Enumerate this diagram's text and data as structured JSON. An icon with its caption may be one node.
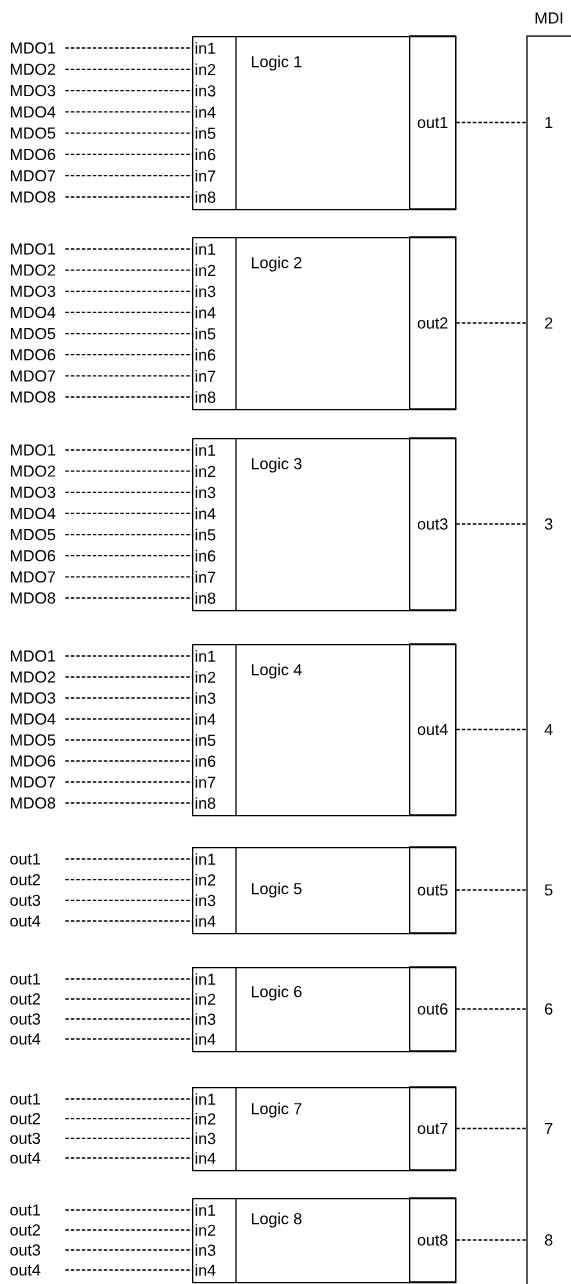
{
  "diagram": {
    "nodes": [
      {
        "text": [
          "MDO1"
        ]
      },
      {
        "text": [
          "MDO2"
        ]
      },
      {
        "text": [
          "MDO3"
        ]
      },
      {
        "text": [
          "MDO4"
        ]
      },
      {
        "text": [
          "MDO5"
        ]
      },
      {
        "text": [
          "MDO6"
        ]
      },
      {
        "text": [
          "MDO7"
        ]
      },
      {
        "text": [
          "MDO8"
        ]
      },
      {
        "text": [
          "Logic 1"
        ]
      },
      {
        "text": [
          "in1"
        ],
        "in": 8
      },
      {
        "text": [
          "in2"
        ],
        "in": 8
      },
      {
        "text": [
          "in3"
        ],
        "in": 8
      },
      {
        "text": [
          "in4"
        ],
        "in": 8
      },
      {
        "text": [
          "in5"
        ],
        "in": 8
      },
      {
        "text": [
          "in6"
        ],
        "in": 8
      },
      {
        "text": [
          "in7"
        ],
        "in": 8
      },
      {
        "text": [
          "in8"
        ],
        "in": 8
      },
      {
        "text": [
          "out1"
        ],
        "in": 8
      },
      {
        "text": [
          "MDO1"
        ]
      },
      {
        "text": [
          "MDO2"
        ]
      },
      {
        "text": [
          "MDO3"
        ]
      },
      {
        "text": [
          "MDO4"
        ]
      },
      {
        "text": [
          "MDO5"
        ]
      },
      {
        "text": [
          "MDO6"
        ]
      },
      {
        "text": [
          "MDO7"
        ]
      },
      {
        "text": [
          "MDO8"
        ]
      },
      {
        "text": [
          "Logic 2"
        ]
      },
      {
        "text": [
          "in1"
        ],
        "in": 26
      },
      {
        "text": [
          "in2"
        ],
        "in": 26
      },
      {
        "text": [
          "in3"
        ],
        "in": 26
      },
      {
        "text": [
          "in4"
        ],
        "in": 26
      },
      {
        "text": [
          "in5"
        ],
        "in": 26
      },
      {
        "text": [
          "in6"
        ],
        "in": 26
      },
      {
        "text": [
          "in7"
        ],
        "in": 26
      },
      {
        "text": [
          "in8"
        ],
        "in": 26
      },
      {
        "text": [
          "out2"
        ],
        "in": 26
      },
      {
        "text": [
          "MDO1"
        ]
      },
      {
        "text": [
          "MDO2"
        ]
      },
      {
        "text": [
          "MDO3"
        ]
      },
      {
        "text": [
          "MDO4"
        ]
      },
      {
        "text": [
          "MDO5"
        ]
      },
      {
        "text": [
          "MDO6"
        ]
      },
      {
        "text": [
          "MDO7"
        ]
      },
      {
        "text": [
          "MDO8"
        ]
      },
      {
        "text": [
          "Logic 3"
        ]
      },
      {
        "text": [
          "in1"
        ],
        "in": 44
      },
      {
        "text": [
          "in2"
        ],
        "in": 44
      },
      {
        "text": [
          "in3"
        ],
        "in": 44
      },
      {
        "text": [
          "in4"
        ],
        "in": 44
      },
      {
        "text": [
          "in5"
        ],
        "in": 44
      },
      {
        "text": [
          "in6"
        ],
        "in": 44
      },
      {
        "text": [
          "in7"
        ],
        "in": 44
      },
      {
        "text": [
          "in8"
        ],
        "in": 44
      },
      {
        "text": [
          "out3"
        ],
        "in": 44
      },
      {
        "text": [
          "MDO1"
        ]
      },
      {
        "text": [
          "MDO2"
        ]
      },
      {
        "text": [
          "MDO3"
        ]
      },
      {
        "text": [
          "MDO4"
        ]
      },
      {
        "text": [
          "MDO5"
        ]
      },
      {
        "text": [
          "MDO6"
        ]
      },
      {
        "text": [
          "MDO7"
        ]
      },
      {
        "text": [
          "MDO8"
        ]
      },
      {
        "text": [
          "Logic 4"
        ]
      },
      {
        "text": [
          "in1"
        ],
        "in": 62
      },
      {
        "text": [
          "in2"
        ],
        "in": 62
      },
      {
        "text": [
          "in3"
        ],
        "in": 62
      },
      {
        "text": [
          "in4"
        ],
        "in": 62
      },
      {
        "text": [
          "in5"
        ],
        "in": 62
      },
      {
        "text": [
          "in6"
        ],
        "in": 62
      },
      {
        "text": [
          "in7"
        ],
        "in": 62
      },
      {
        "text": [
          "in8"
        ],
        "in": 62
      },
      {
        "text": [
          "out4"
        ],
        "in": 62
      },
      {
        "text": [
          "out1"
        ]
      },
      {
        "text": [
          "out2"
        ]
      },
      {
        "text": [
          "out3"
        ]
      },
      {
        "text": [
          "out4"
        ]
      },
      {
        "text": [
          "Logic 5"
        ]
      },
      {
        "text": [
          "in1"
        ],
        "in": 76
      },
      {
        "text": [
          "in2"
        ],
        "in": 76
      },
      {
        "text": [
          "in3"
        ],
        "in": 76
      },
      {
        "text": [
          "in4"
        ],
        "in": 76
      },
      {
        "text": [
          "out5"
        ],
        "in": 76
      },
      {
        "text": [
          "out1"
        ]
      },
      {
        "text": [
          "out2"
        ]
      },
      {
        "text": [
          "out3"
        ]
      },
      {
        "text": [
          "out4"
        ]
      },
      {
        "text": [
          "Logic 6"
        ]
      },
      {
        "text": [
          "in1"
        ],
        "in": 86
      },
      {
        "text": [
          "in2"
        ],
        "in": 86
      },
      {
        "text": [
          "in3"
        ],
        "in": 86
      },
      {
        "text": [
          "in4"
        ],
        "in": 86
      },
      {
        "text": [
          "out6"
        ],
        "in": 86
      },
      {
        "text": [
          "out1"
        ]
      },
      {
        "text": [
          "out2"
        ]
      },
      {
        "text": [
          "out3"
        ]
      },
      {
        "text": [
          "out4"
        ]
      },
      {
        "text": [
          "Logic 7"
        ]
      },
      {
        "text": [
          "in1"
        ],
        "in": 96
      },
      {
        "text": [
          "in2"
        ],
        "in": 96
      },
      {
        "text": [
          "in3"
        ],
        "in": 96
      },
      {
        "text": [
          "in4"
        ],
        "in": 96
      },
      {
        "text": [
          "out7"
        ],
        "in": 96
      },
      {
        "text": [
          "out1"
        ]
      },
      {
        "text": [
          "out2"
        ]
      },
      {
        "text": [
          "out3"
        ]
      },
      {
        "text": [
          "out4"
        ]
      },
      {
        "text": [
          "Logic 8"
        ]
      },
      {
        "text": [
          "in1"
        ],
        "in": 106
      },
      {
        "text": [
          "in2"
        ],
        "in": 106
      },
      {
        "text": [
          "in3"
        ],
        "in": 106
      },
      {
        "text": [
          "in4"
        ],
        "in": 106
      },
      {
        "text": [
          "out8"
        ],
        "in": 106
      },
      {
        "text": [
          "MDI"
        ]
      },
      {
        "text": [
          "1"
        ],
        "in": 112
      },
      {
        "text": [
          "2"
        ],
        "in": 112
      },
      {
        "text": [
          "3"
        ],
        "in": 112
      },
      {
        "text": [
          "4"
        ],
        "in": 112
      },
      {
        "text": [
          "5"
        ],
        "in": 112
      },
      {
        "text": [
          "6"
        ],
        "in": 112
      },
      {
        "text": [
          "7"
        ],
        "in": 112
      },
      {
        "text": [
          "8"
        ],
        "in": 112
      }
    ],
    "edges": [
      {
        "from": 0,
        "to": 9,
        "arrow": "none",
        "style": "dashed"
      },
      {
        "from": 1,
        "to": 10,
        "arrow": "none",
        "style": "dashed"
      },
      {
        "from": 2,
        "to": 11,
        "arrow": "none",
        "style": "dashed"
      },
      {
        "from": 3,
        "to": 12,
        "arrow": "none",
        "style": "dashed"
      },
      {
        "from": 4,
        "to": 13,
        "arrow": "none",
        "style": "dashed"
      },
      {
        "from": 5,
        "to": 14,
        "arrow": "none",
        "style": "dashed"
      },
      {
        "from": 6,
        "to": 15,
        "arrow": "none",
        "style": "dashed"
      },
      {
        "from": 7,
        "to": 16,
        "arrow": "none",
        "style": "dashed"
      },
      {
        "from": 17,
        "to": 113,
        "arrow": "none",
        "style": "dashed"
      },
      {
        "from": 18,
        "to": 27,
        "arrow": "none",
        "style": "dashed"
      },
      {
        "from": 19,
        "to": 28,
        "arrow": "none",
        "style": "dashed"
      },
      {
        "from": 20,
        "to": 29,
        "arrow": "none",
        "style": "dashed"
      },
      {
        "from": 21,
        "to": 30,
        "arrow": "none",
        "style": "dashed"
      },
      {
        "from": 22,
        "to": 31,
        "arrow": "none",
        "style": "dashed"
      },
      {
        "from": 23,
        "to": 32,
        "arrow": "none",
        "style": "dashed"
      },
      {
        "from": 24,
        "to": 33,
        "arrow": "none",
        "style": "dashed"
      },
      {
        "from": 25,
        "to": 34,
        "arrow": "none",
        "style": "dashed"
      },
      {
        "from": 35,
        "to": 114,
        "arrow": "none",
        "style": "dashed"
      },
      {
        "from": 36,
        "to": 45,
        "arrow": "none",
        "style": "dashed"
      },
      {
        "from": 37,
        "to": 46,
        "arrow": "none",
        "style": "dashed"
      },
      {
        "from": 38,
        "to": 47,
        "arrow": "none",
        "style": "dashed"
      },
      {
        "from": 39,
        "to": 48,
        "arrow": "none",
        "style": "dashed"
      },
      {
        "from": 40,
        "to": 49,
        "arrow": "none",
        "style": "dashed"
      },
      {
        "from": 41,
        "to": 50,
        "arrow": "none",
        "style": "dashed"
      },
      {
        "from": 42,
        "to": 51,
        "arrow": "none",
        "style": "dashed"
      },
      {
        "from": 43,
        "to": 52,
        "arrow": "none",
        "style": "dashed"
      },
      {
        "from": 53,
        "to": 115,
        "arrow": "none",
        "style": "dashed"
      },
      {
        "from": 54,
        "to": 63,
        "arrow": "none",
        "style": "dashed"
      },
      {
        "from": 55,
        "to": 64,
        "arrow": "none",
        "style": "dashed"
      },
      {
        "from": 56,
        "to": 65,
        "arrow": "none",
        "style": "dashed"
      },
      {
        "from": 57,
        "to": 66,
        "arrow": "none",
        "style": "dashed"
      },
      {
        "from": 58,
        "to": 67,
        "arrow": "none",
        "style": "dashed"
      },
      {
        "from": 59,
        "to": 68,
        "arrow": "none",
        "style": "dashed"
      },
      {
        "from": 60,
        "to": 69,
        "arrow": "none",
        "style": "dashed"
      },
      {
        "from": 61,
        "to": 70,
        "arrow": "none",
        "style": "dashed"
      },
      {
        "from": 71,
        "to": 116,
        "arrow": "none",
        "style": "dashed"
      },
      {
        "from": 72,
        "to": 77,
        "arrow": "none",
        "style": "dashed"
      },
      {
        "from": 73,
        "to": 78,
        "arrow": "none",
        "style": "dashed"
      },
      {
        "from": 74,
        "to": 79,
        "arrow": "none",
        "style": "dashed"
      },
      {
        "from": 75,
        "to": 80,
        "arrow": "none",
        "style": "dashed"
      },
      {
        "from": 81,
        "to": 117,
        "arrow": "none",
        "style": "dashed"
      },
      {
        "from": 82,
        "to": 87,
        "arrow": "none",
        "style": "dashed"
      },
      {
        "from": 83,
        "to": 88,
        "arrow": "none",
        "style": "dashed"
      },
      {
        "from": 84,
        "to": 89,
        "arrow": "none",
        "style": "dashed"
      },
      {
        "from": 85,
        "to": 90,
        "arrow": "none",
        "style": "dashed"
      },
      {
        "from": 91,
        "to": 118,
        "arrow": "none",
        "style": "dashed"
      },
      {
        "from": 92,
        "to": 97,
        "arrow": "none",
        "style": "dashed"
      },
      {
        "from": 93,
        "to": 98,
        "arrow": "none",
        "style": "dashed"
      },
      {
        "from": 94,
        "to": 99,
        "arrow": "none",
        "style": "dashed"
      },
      {
        "from": 95,
        "to": 100,
        "arrow": "none",
        "style": "dashed"
      },
      {
        "from": 101,
        "to": 119,
        "arrow": "none",
        "style": "dashed"
      },
      {
        "from": 102,
        "to": 107,
        "arrow": "none",
        "style": "dashed"
      },
      {
        "from": 103,
        "to": 108,
        "arrow": "none",
        "style": "dashed"
      },
      {
        "from": 104,
        "to": 109,
        "arrow": "none",
        "style": "dashed"
      },
      {
        "from": 105,
        "to": 110,
        "arrow": "none",
        "style": "dashed"
      },
      {
        "from": 111,
        "to": 120,
        "arrow": "none",
        "style": "dashed"
      }
    ]
  }
}
